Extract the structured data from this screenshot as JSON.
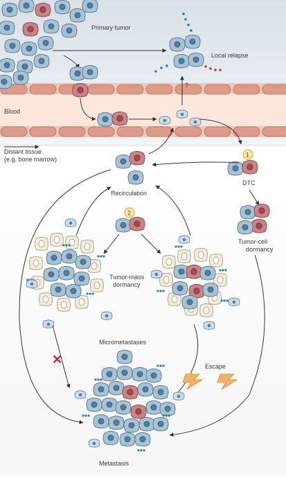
{
  "labels": {
    "primary_tumor": "Primary tumor",
    "local_relapse": "Local relapse",
    "question_mark": "?",
    "blood": "Blood",
    "distant_tissue_line1": "Distant tissue",
    "distant_tissue_line2": "(e.g. bone marrow)",
    "badge_1": "1",
    "badge_2": "2",
    "dtc": "DTC",
    "recirculation": "Recirculation",
    "tumor_cell_dormancy_line1": "Tumor-cell",
    "tumor_cell_dormancy_line2": "dormancy",
    "tumor_mass_dormancy_line1": "Tumor-mass",
    "tumor_mass_dormancy_line2": "dormancy",
    "micrometastases": "Micrometastases",
    "escape": "Escape",
    "blocked_mark": "✕",
    "metastasis": "Metastasis"
  },
  "colors": {
    "background_top": "#dfe6ec",
    "vessel_wall": "#e8b9a9",
    "vessel_cell": "#dd9a88",
    "vessel_lumen": "#fde7dd",
    "tumor_cell_blue": "#a9c2d4",
    "tumor_cell_outline": "#5d7c93",
    "nucleus_blue": "#4f7fa3",
    "tumor_cell_red": "#c98585",
    "nucleus_red": "#a54b55",
    "immune_cell": "#f3ede0",
    "immune_outline": "#b4a586",
    "dots_teal": "#2b7f87",
    "dots_red": "#a8404a",
    "badge_fill": "#f9e9a8",
    "badge_stroke": "#c9a43b",
    "escape_bolt": "#f2b266",
    "blocked_x": "#d0202a",
    "arrow": "#333333"
  }
}
